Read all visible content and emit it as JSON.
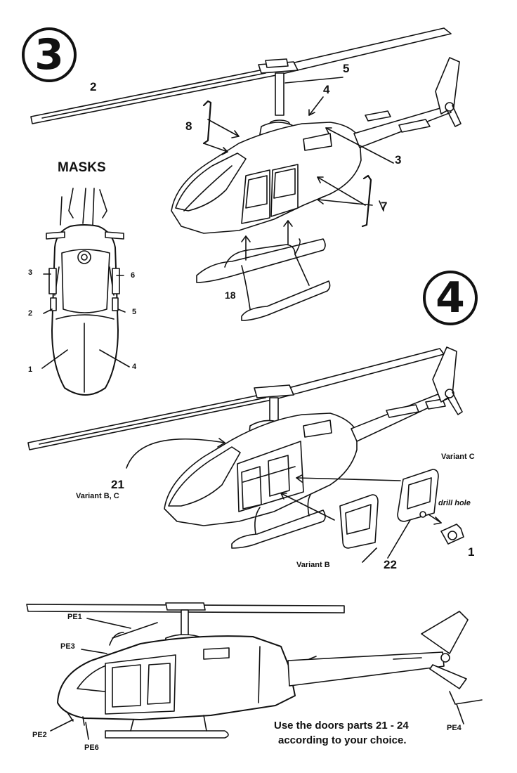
{
  "steps": {
    "step3": "3",
    "step4": "4"
  },
  "step3_labels": {
    "rotor_blade": "2",
    "mast": "5",
    "antenna": "4",
    "grab_handle": "8",
    "exhaust": "3",
    "side_handle": "7",
    "skids": "18"
  },
  "masks": {
    "title": "MASKS",
    "left_labels": [
      "3",
      "2",
      "1"
    ],
    "right_labels": [
      "6",
      "5",
      "4"
    ]
  },
  "step4_labels": {
    "part21": "21",
    "part21_variant": "Variant B, C",
    "variant_c": "Variant C",
    "drill_hole": "drill hole",
    "part1": "1",
    "variant_b": "Variant B",
    "part22": "22"
  },
  "profile_labels": {
    "pe1": "PE1",
    "pe3": "PE3",
    "pe2": "PE2",
    "pe6": "PE6",
    "pe4": "PE4"
  },
  "note": {
    "line1": "Use the doors parts 21 - 24",
    "line2": "according to your choice."
  }
}
